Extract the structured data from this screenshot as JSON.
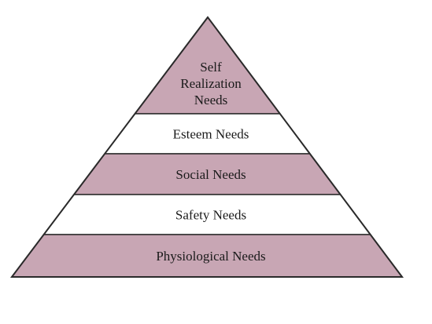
{
  "diagram": {
    "type": "pyramid",
    "colors": {
      "shaded_fill": "#c8a6b4",
      "plain_fill": "#ffffff",
      "outline": "#2a2a2a"
    },
    "tiers_top_to_bottom": [
      {
        "lines": [
          "Self",
          "Realization",
          "Needs"
        ],
        "shaded": true
      },
      {
        "lines": [
          "Esteem Needs"
        ],
        "shaded": false
      },
      {
        "lines": [
          "Social Needs"
        ],
        "shaded": true
      },
      {
        "lines": [
          "Safety Needs"
        ],
        "shaded": false
      },
      {
        "lines": [
          "Physiological Needs"
        ],
        "shaded": true
      }
    ]
  }
}
